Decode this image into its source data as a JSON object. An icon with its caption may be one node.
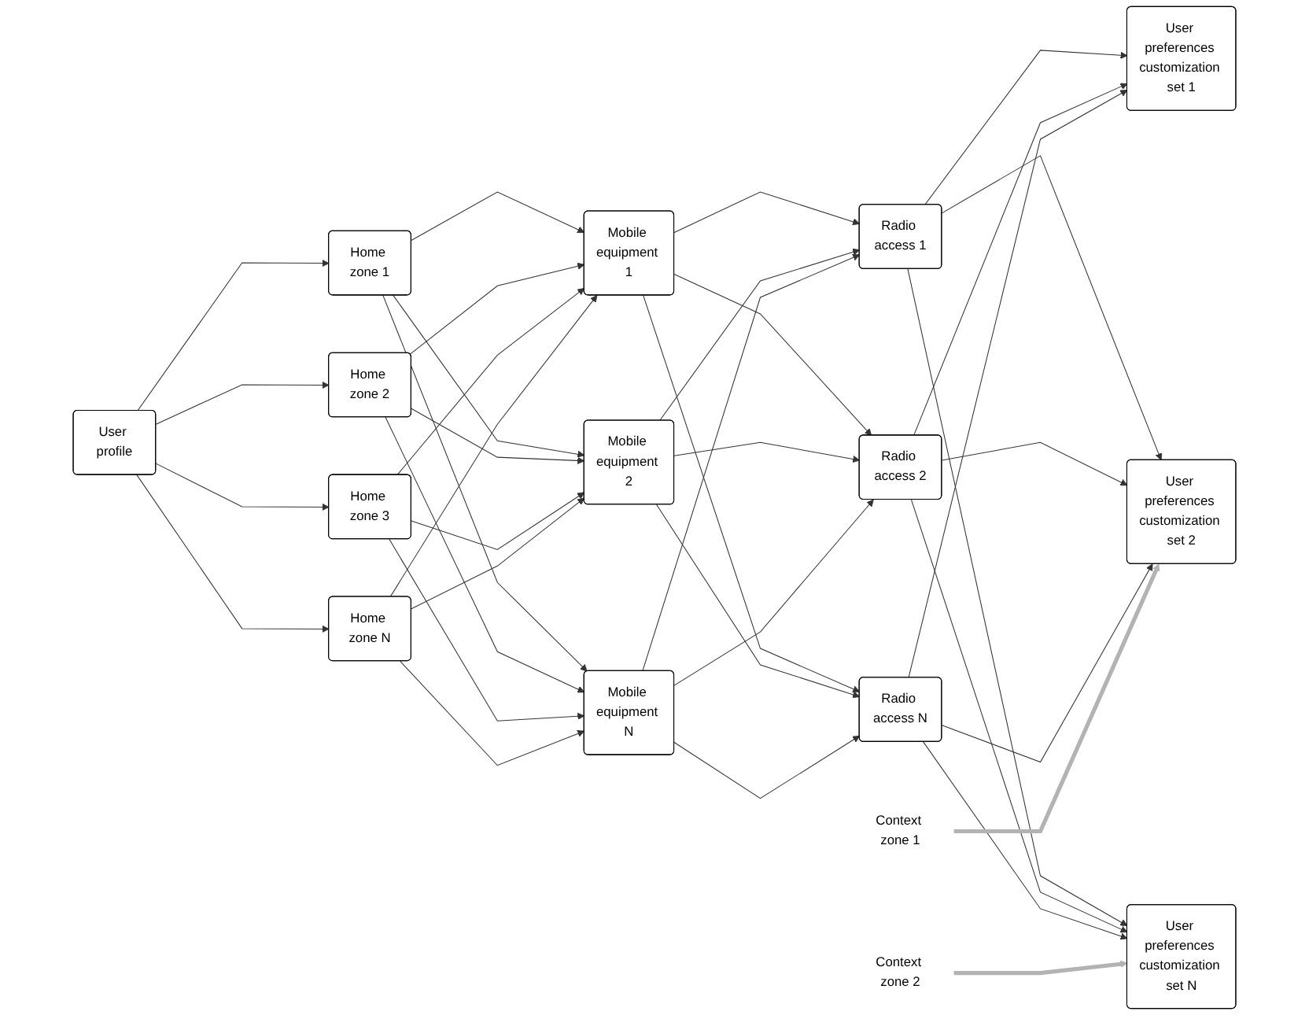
{
  "diagram": {
    "nodes": [
      {
        "text": [
          "User profile"
        ]
      },
      {
        "text": [
          "Home zone 1"
        ]
      },
      {
        "text": [
          "Home zone 2"
        ]
      },
      {
        "text": [
          "Home zone 3"
        ]
      },
      {
        "text": [
          "Home zone N"
        ]
      },
      {
        "text": [
          "Mobile equipment 1"
        ]
      },
      {
        "text": [
          "Mobile equipment 2"
        ]
      },
      {
        "text": [
          "Mobile equipment N"
        ]
      },
      {
        "text": [
          "Radio access 1"
        ]
      },
      {
        "text": [
          "Radio access 2"
        ]
      },
      {
        "text": [
          "Radio access N"
        ]
      },
      {
        "text": [
          "User preferences customization set 1"
        ]
      },
      {
        "text": [
          "User preferences customization set 2"
        ]
      },
      {
        "text": [
          "User preferences customization set N"
        ]
      },
      {
        "text": [
          "Context zone 1"
        ]
      },
      {
        "text": [
          "Context zone 2"
        ]
      }
    ],
    "edges": [
      {
        "from": 0,
        "to": 1,
        "arrow": "to"
      },
      {
        "from": 0,
        "to": 2,
        "arrow": "to"
      },
      {
        "from": 0,
        "to": 3,
        "arrow": "to"
      },
      {
        "from": 0,
        "to": 4,
        "arrow": "to"
      },
      {
        "from": 1,
        "to": 5,
        "arrow": "to"
      },
      {
        "from": 1,
        "to": 6,
        "arrow": "to"
      },
      {
        "from": 1,
        "to": 7,
        "arrow": "to"
      },
      {
        "from": 2,
        "to": 5,
        "arrow": "to"
      },
      {
        "from": 2,
        "to": 6,
        "arrow": "to"
      },
      {
        "from": 2,
        "to": 7,
        "arrow": "to"
      },
      {
        "from": 3,
        "to": 5,
        "arrow": "to"
      },
      {
        "from": 3,
        "to": 6,
        "arrow": "to"
      },
      {
        "from": 3,
        "to": 7,
        "arrow": "to"
      },
      {
        "from": 4,
        "to": 5,
        "arrow": "to"
      },
      {
        "from": 4,
        "to": 6,
        "arrow": "to"
      },
      {
        "from": 4,
        "to": 7,
        "arrow": "to"
      },
      {
        "from": 5,
        "to": 8,
        "arrow": "to"
      },
      {
        "from": 5,
        "to": 9,
        "arrow": "to"
      },
      {
        "from": 5,
        "to": 10,
        "arrow": "to"
      },
      {
        "from": 6,
        "to": 8,
        "arrow": "to"
      },
      {
        "from": 6,
        "to": 9,
        "arrow": "to"
      },
      {
        "from": 6,
        "to": 10,
        "arrow": "to"
      },
      {
        "from": 7,
        "to": 8,
        "arrow": "to"
      },
      {
        "from": 7,
        "to": 9,
        "arrow": "to"
      },
      {
        "from": 7,
        "to": 10,
        "arrow": "to"
      },
      {
        "from": 8,
        "to": 11,
        "arrow": "to"
      },
      {
        "from": 8,
        "to": 12,
        "arrow": "to"
      },
      {
        "from": 8,
        "to": 13,
        "arrow": "to"
      },
      {
        "from": 9,
        "to": 11,
        "arrow": "to"
      },
      {
        "from": 9,
        "to": 12,
        "arrow": "to"
      },
      {
        "from": 9,
        "to": 13,
        "arrow": "to"
      },
      {
        "from": 10,
        "to": 11,
        "arrow": "to"
      },
      {
        "from": 10,
        "to": 12,
        "arrow": "to"
      },
      {
        "from": 10,
        "to": 13,
        "arrow": "to"
      },
      {
        "from": 14,
        "to": 12,
        "arrow": "to",
        "style": "thick",
        "color": "#b3b3b3"
      },
      {
        "from": 15,
        "to": 13,
        "arrow": "to",
        "style": "thick",
        "color": "#b3b3b3"
      }
    ]
  }
}
